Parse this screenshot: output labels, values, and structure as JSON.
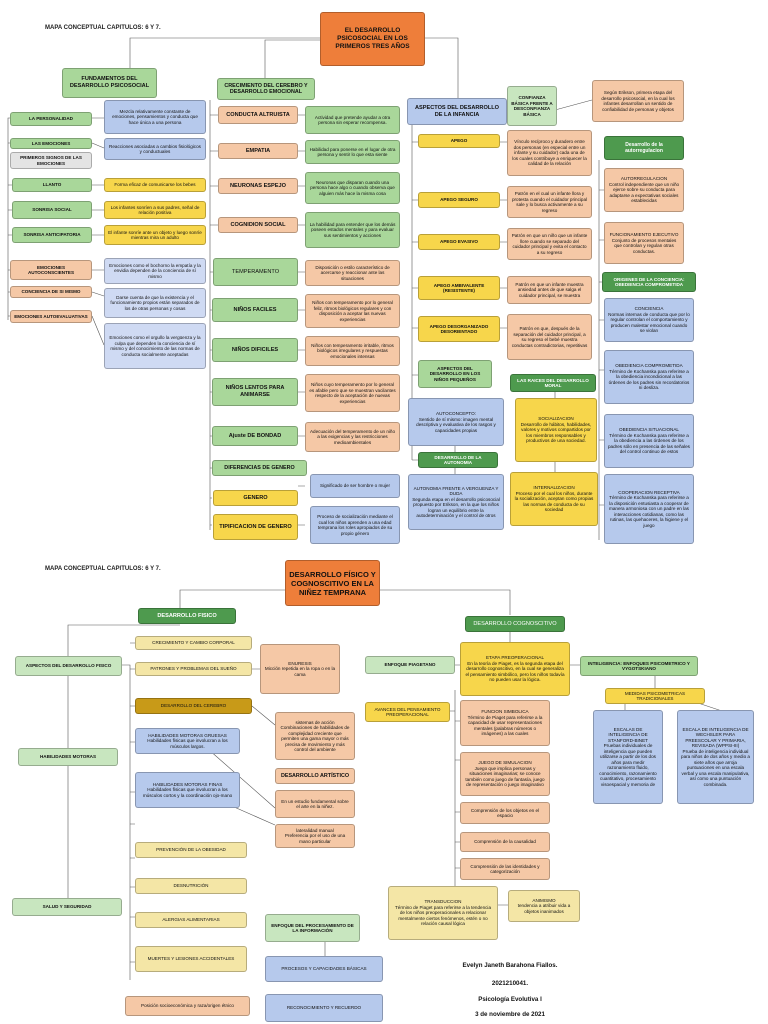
{
  "header_top": "MAPA CONCEPTUAL CAPITULOS: 6 Y 7.",
  "header_bottom": "MAPA CONCEPTUAL CAPITULOS: 6 Y 7.",
  "top": {
    "title": "EL DESARROLLO PSICOSOCIAL EN LOS PRIMEROS TRES AÑOS",
    "fundamentos": "FUNDAMENTOS DEL DESARROLLO PSICOSOCIAL",
    "personalidad": "LA PERSONALIDAD",
    "personalidad_d": "Mezcla relativamente constante de emociones, pensamientos y conducta que hace única a una persona",
    "emociones": "LAS EMOCIONES",
    "emociones_d": "Reacciones asociadas a cambios fisiológicos y conductuales",
    "primeros": "PRIMEROS SIGNOS DE LAS EMOCIONES",
    "llanto": "LLANTO",
    "llanto_d": "Forma eficaz de comunicarse los bebes",
    "sonrisa": "SONRISA SOCIAL",
    "sonrisa_d": "Los infantes sonríen a sus padres, señal de relación positiva",
    "anticipatoria": "SONRISA ANTICIPATORIA",
    "anticipatoria_d": "El infante sonríe ante un objeto y luego sonríe mientras mira un adulto",
    "autoconscientes": "EMOCIONES AUTOCONSCIENTES",
    "autoconscientes_d": "Emociones como el bochorno la empatía y la envidia dependen de la conciencia de sí mismo",
    "conciencia": "CONCIENCIA DE SI MISMO",
    "conciencia_d": "Darse cuenta de que la existencia y el funcionamiento propios están separados de los de otras personas y cosas",
    "autoevaluativas": "EMOCIONES AUTOEVALUATIVAS",
    "autoevaluativas_d": "Emociones como el orgullo la vergüenza y la culpa que dependen la conciencia de sí mismo y del conocimiento de las normas de conducta socialmente aceptadas",
    "crecimiento": "CRECIMIENTO DEL CEREBRO Y DESARROLLO EMOCIONAL",
    "altruista": "CONDUCTA ALTRUISTA",
    "altruista_d": "Actividad que pretende ayudar a otra persona sin esperar recompensa.",
    "empatia": "EMPATIA",
    "empatia_d": "Habilidad para ponerse en el lugar de otra persona y sentir lo que esta siente",
    "espejo": "NEURONAS ESPEJO",
    "espejo_d": "Neuronas que disparan cuando una persona hace algo o cuando observa que alguien más hace la misma cosa",
    "cognicion": "COGNIDION SOCIAL",
    "cognicion_d": "La habilidad para entender que los demás poseen estados mentales y para evaluar sus sentimientos y acciones",
    "temperamento": "TEMPERAMENTO",
    "temperamento_d": "Disposición o estilo característico de acercarse y reaccionar ante las situaciones",
    "faciles": "NIÑOS FACILES",
    "faciles_d": "Niños con temperamento por lo general feliz, ritmos biológicos regulares y con disposición a aceptar las nuevas experiencias",
    "dificiles": "NIÑOS DIFICILES",
    "dificiles_d": "Niños con temperamento irritable, ritmos biológicos irregulares y respuestas emocionales intensas",
    "lentos": "NIÑOS LENTOS PARA ANIMARSE",
    "lentos_d": "Niños cuyo temperamento por lo general es afable pero que se muestran vacilantes respecto de la aceptación de nuevas experiencias",
    "ajuste": "Ajuste DE BONDAD",
    "ajuste_d": "Adecuación del temperamento de un niño a las exigencias y las restricciones medioambientales",
    "diferencias": "DIFERENCIAS DE GENERO",
    "genero": "GENERO",
    "genero_d": "Significado de ser hombre o mujer",
    "tipificacion": "TIPIFICACION DE GENERO",
    "tipificacion_d": "Proceso de socialización mediante el cual los niños aprenden a una edad temprana los roles apropiados de su propio género",
    "aspectos": "ASPECTOS DEL DESARROLLO DE LA INFANCIA",
    "confianza": "CONFIANZA BÁSICA FRENTE A DESCONFIANZA BÁSICA",
    "erikson": "Según Erikson, primera etapa del desarrollo psicosocial, en la cual los infantes desarrollan un sentido de confiabilidad de personas y objetos",
    "apego": "APEGO",
    "apego_d": "Vínculo recíproco y duradero entre dos personas (en especial entre un infante y su cuidador) cada una de los cuales contribuye a enriquecer la calidad de la relación",
    "seguro": "APEGO SEGURO",
    "seguro_d": "Patrón en el cual un infante llora y protesta cuando el cuidador principal sale y lo busca activamente a su regreso",
    "evasivo": "APEGO EVASIVO",
    "evasivo_d": "Patrón en que un niño que un infante llore cuando se separado del cuidador principal y evita el contacto a su regreso",
    "ambivalente": "APEGO AMBIVALENTE (RESISTENTE)",
    "ambivalente_d": "Patrón en que un infante muestra ansiedad antes de que salga el cuidador principal, se muestra",
    "desorganizado": "APEGO DESORGANIZADO DESORIENTADO",
    "desorganizado_d": "Patrón en que, después de la separación del cuidador principal, a su regreso el bebé muestra conductas contradictorias, repetitivas",
    "aspectos_ninos": "ASPECTOS DEL DESARROLLO EN LOS NIÑOS PEQUEÑOS",
    "autoconcepto": "AUTOCONCEPTO:\nSentido de sí mismo: imagen mental descriptiva y evaluativa de los rasgos y capacidades propias",
    "autonomia": "DESARROLLO DE LA AUTONOMIA",
    "autonomia_d": "AUTONOMIA FRENTE A VERGUENZA Y DUDA\nSegunda etapa en el desarrollo psicosocial propuesto por Erikson, en la que los niños logran un equilibrio entre la autodeterminación y el control de otros",
    "raices": "LAS RAICES DEL DESARROLLO MORAL",
    "socializacion": "SOCIALIZACION\nDesarrollo de hábitos, habilidades, valores y motivos compartidos por los miembros responsables y productivos de una sociedad.",
    "internalizacion": "INTERNALIZACION\nProceso por el cual los niños, durante la socialización, aceptan como propias las normas de conducta de su sociedad",
    "autorregulacion": "Desarrollo de la autorregulacion",
    "autorreg": "AUTORREGULACION\nControl independiente que un niño ejerce sobre su conducta para adaptarse a expectativas sociales establecidas",
    "funcionamiento": "FUNCIONAMIENTO EJECUTIVO\nConjunto de procesos mentales que controlan y regulan otras conductas.",
    "origenes": "ORIGENES DE LA CONCIENCIA: OBEDIENCIA COMPROMETIDA",
    "conciencia2": "CONCIENCIA\nNormas internas de conducta que por lo regular controlan el comportamiento y producen malestar emocional cuando se violan",
    "comprometida": "OBEDIENCIA COMPROMETIDA\nTérmino de Kochanska para referirse a la obediencia incondicional a las órdenes de los padres sin recordatorios ni desliza.",
    "situacional": "OBEDIENCIA SITUACIONAL\nTérmino de Kochanska para referirse a la obediencia a las órdenes de los padres sólo en presencia de las señales del control continuo de estos",
    "cooperacion": "COOPERACION RECEPTIVA\nTérmino de Kochanska para referirse a la disposición entusiasta a cooperar de manera armoniosa con un padre en las interacciones cotidianas, como las rutinas, las quehaceres, la higiene y el juego"
  },
  "bottom": {
    "title": "DESARROLLO FÍSICO Y COGNOSCITIVO EN LA NIÑEZ TEMPRANA",
    "fisico": "DESARROLLO FISICO",
    "cognoscitivo": "DESARROLLO COGNOSCITIVO",
    "aspectos": "ASPECTOS DEL DESARROLLO FISICO",
    "crecimiento": "CRECIMIENTO Y CAMBIO CORPORAL",
    "patrones": "PATRONES Y PROBLEMAS DEL SUEÑO",
    "enuresis": "ENURESIS\nMicción repetida en la ropa o en la cama",
    "cerebro": "DESARROLLO DEL CEREBRO",
    "sistemas": "sistemas de acción\nCombinaciones de habilidades de complejidad creciente que permiten una gama mayor o más precisa de movimiento y más control del ambiente",
    "motoras": "HABILIDADES MOTORAS",
    "gruesas": "HABILIDADES MOTORAS GRUESAS\nHabilidades físicas que involucran a los músculos largos.",
    "finas": "HABILIDADES MOTORAS FINAS\nHabilidades físicas que involucran a los músculos cortos y la coordinación ojo-mano",
    "artistico": "DESARROLLO ARTÍSTICO",
    "artistico_d": "En un estudio fundamental sobre el arte en la niñez.",
    "lateralidad": "lateralidad manual\nPreferencia por el uso de una mano particular",
    "salud": "SALUD Y SEGURIDAD",
    "obesidad": "PREVENCIÓN DE LA OBESIDAD",
    "desnutricion": "DESNUTRICIÓN",
    "alergias": "ALERGIAS ALIMENTARIAS",
    "muertes": "MUERTES Y LESIONES ACCIDENTALES",
    "posicion": "Posición socioeconómica y raza/origen étnico",
    "piagetano": "ENFOQUE PIAGETANO",
    "preoperacional": "ETAPA PREOPERACIONAL\nEn la teoría de Piaget, es la segunda etapa del desarrollo cognoscitivo, en la cual se generaliza el pensamiento simbólico, pero los niños todavía no pueden usar la lógica.",
    "avances": "AVANCES DEL PENSAMIENTO PREOPERACIONAL",
    "simbolica": "FUNCION SIMBOLICA\nTérmino de Piaget para referirse a la capacidad de usar representaciones mentales (palabras números o imágenes) a las cuales",
    "juego": "JUEGO DE SIMULACION\nJuego que implica personas y situaciones imaginarias; se conoce también como juego de fantasía, juego de representación o juego imaginativo",
    "objetos": "Comprensión de los objetos en el espacio",
    "causalidad": "Comprensión de la causalidad",
    "identidades": "Comprensión de las identidades y categorización",
    "transduccion": "TRANSDUCCION\nTérmino de Piaget para referirse a la tendencia de los niños preoperacionales a relacionar mentalmente ciertos fenómenos, estén o no relación causal lógica",
    "animismo": "ANIMISMO\ntendencia a atribuir vida a objetos inanimados",
    "inteligencia": "INTELIGENCIA: ENFOQUES PSICOMETRICO Y VYGOTSKIANO",
    "medidas": "MEDIDAS PSICOMETRICAS TRADICIONALES",
    "stanford": "ESCALAS DE INTELIGENCIA DE STANFORD-BINET\nPruebas individuales de inteligencia que pueden utilizarse a partir de los dos años para medir razonamiento fluido, conocimiento, razonamiento cuantitativo, procesamiento visoespacial y memoria de",
    "wechsler": "ESCALA DE INTELIGENCIA DE WECHSLER PARA PREESCOLAR Y PRIMARIA, REVISADA (WPPSI-III)\nPrueba de inteligencia individual para niños de dos años y medio a siete años que arroja puntuaciones en una escala verbal y una escala manipulativa, así como una puntuación combinada.",
    "procesamiento": "ENFOQUE DEL PROCESAMIENTO DE LA INFORMACIÓN",
    "procesos": "PROCESOS Y CAPACIDADES BÁSICAS",
    "reconocimiento": "RECONOCIMIENTO Y RECUERDO",
    "author": "Evelyn Janeth Barahona Fiallos.",
    "id": "2021210041.",
    "course": "Psicología Evolutiva I",
    "date": "3 de noviembre de 2021"
  }
}
